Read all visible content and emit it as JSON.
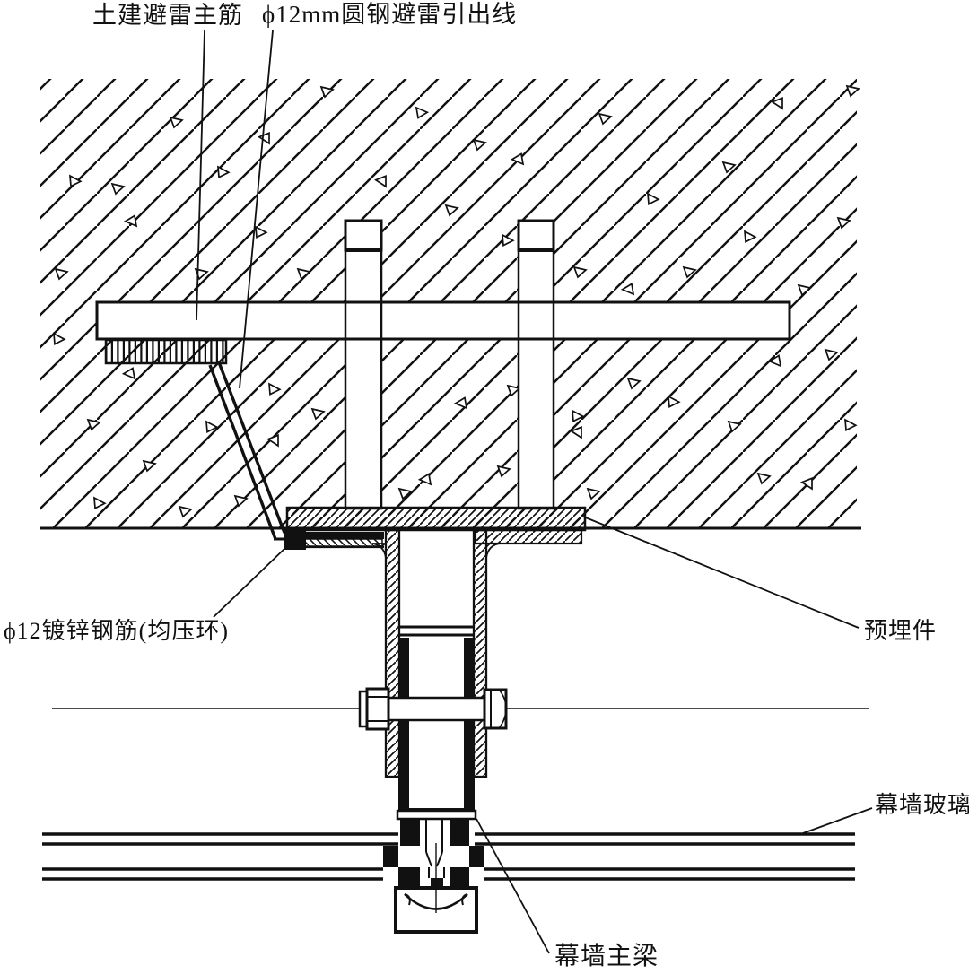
{
  "drawing": {
    "type": "curtain-wall lightning-protection connection detail (section)",
    "labels": {
      "rebar": "土建避雷主筋",
      "lead_wire": "ϕ12mm圆钢避雷引出线",
      "equalizing_ring": "ϕ12镀锌钢筋(均压环)",
      "embed_part": "预埋件",
      "glass": "幕墙玻璃",
      "mullion": "幕墙主梁"
    },
    "colors": {
      "line": "#111111",
      "background": "#ffffff"
    }
  }
}
